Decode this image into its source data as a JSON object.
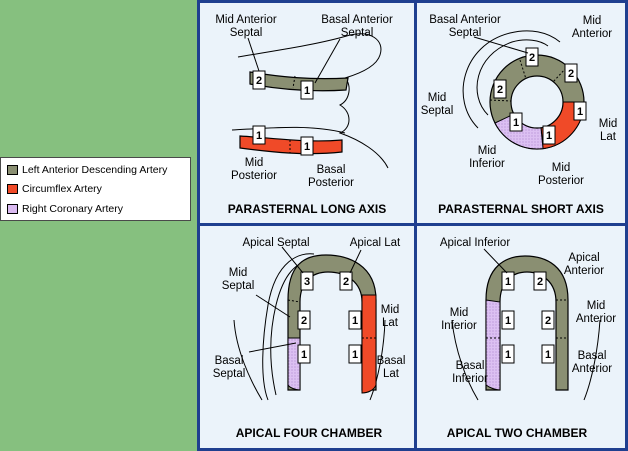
{
  "legend": {
    "items": [
      {
        "label": "Left Anterior Descending Artery",
        "color": "#8a8f72"
      },
      {
        "label": "Circumflex Artery",
        "color": "#f04a28"
      },
      {
        "label": "Right Coronary Artery",
        "color": "#d9b9f0"
      }
    ]
  },
  "panels": {
    "plax": {
      "title": "PARASTERNAL LONG AXIS",
      "labels": {
        "mid_anterior_septal_1": "Mid Anterior",
        "mid_anterior_septal_2": "Septal",
        "basal_anterior_septal_1": "Basal Anterior",
        "basal_anterior_septal_2": "Septal",
        "mid_posterior_1": "Mid",
        "mid_posterior_2": "Posterior",
        "basal_posterior_1": "Basal",
        "basal_posterior_2": "Posterior"
      },
      "numbers": {
        "mid_anterior_septal": "2",
        "basal_anterior_septal": "1",
        "mid_posterior": "1",
        "basal_posterior": "1"
      }
    },
    "psax": {
      "title": "PARASTERNAL SHORT AXIS",
      "labels": {
        "basal_anterior_septal_1": "Basal Anterior",
        "basal_anterior_septal_2": "Septal",
        "mid_anterior_1": "Mid",
        "mid_anterior_2": "Anterior",
        "mid_septal_1": "Mid",
        "mid_septal_2": "Septal",
        "mid_lat_1": "Mid",
        "mid_lat_2": "Lat",
        "mid_inferior_1": "Mid",
        "mid_inferior_2": "Inferior",
        "mid_posterior_1": "Mid",
        "mid_posterior_2": "Posterior"
      },
      "numbers": {
        "basal_anterior_septal": "2",
        "mid_anterior": "2",
        "mid_septal": "2",
        "mid_inferior": "1",
        "mid_posterior": "1",
        "mid_lat": "1"
      }
    },
    "a4c": {
      "title": "APICAL FOUR CHAMBER",
      "labels": {
        "apical_septal": "Apical Septal",
        "apical_lat": "Apical Lat",
        "mid_septal_1": "Mid",
        "mid_septal_2": "Septal",
        "mid_lat_1": "Mid",
        "mid_lat_2": "Lat",
        "basal_septal_1": "Basal",
        "basal_septal_2": "Septal",
        "basal_lat_1": "Basal",
        "basal_lat_2": "Lat"
      },
      "numbers": {
        "apical_septal": "3",
        "apical_lat": "2",
        "mid_septal": "2",
        "mid_lat": "1",
        "basal_septal": "1",
        "basal_lat": "1"
      }
    },
    "a2c": {
      "title": "APICAL TWO CHAMBER",
      "labels": {
        "apical_inferior": "Apical Inferior",
        "apical_anterior_1": "Apical",
        "apical_anterior_2": "Anterior",
        "mid_inferior_1": "Mid",
        "mid_inferior_2": "Inferior",
        "mid_anterior_1": "Mid",
        "mid_anterior_2": "Anterior",
        "basal_inferior_1": "Basal",
        "basal_inferior_2": "Inferior",
        "basal_anterior_1": "Basal",
        "basal_anterior_2": "Anterior"
      },
      "numbers": {
        "apical_inferior": "1",
        "apical_anterior": "2",
        "mid_inferior": "1",
        "mid_anterior": "2",
        "basal_inferior": "1",
        "basal_anterior": "1"
      }
    }
  }
}
